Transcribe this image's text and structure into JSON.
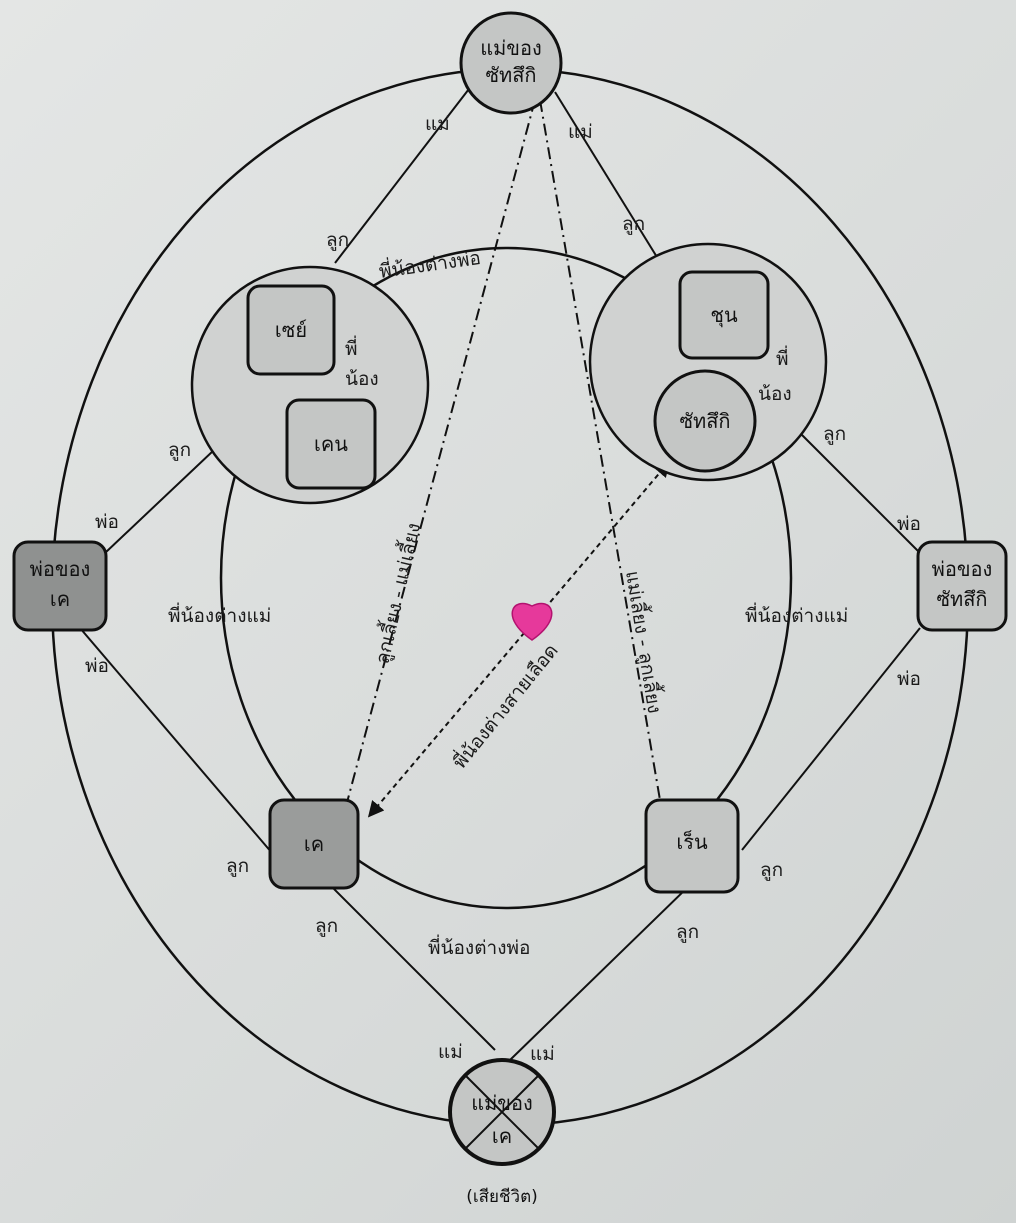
{
  "nodes": {
    "mother_sutasi": [
      "แม่ของ",
      "ซัทสึกิ"
    ],
    "father_ke": [
      "พ่อของ",
      "เค"
    ],
    "father_sutasi": [
      "พ่อของ",
      "ซัทสึกิ"
    ],
    "mother_ke": [
      "แม่ของ",
      "เค"
    ],
    "mother_ke_note": "(เสียชีวิต)",
    "zei": "เซย์",
    "ken": "เคน",
    "shun": "ชุน",
    "satsuki": "ซัทสึกิ",
    "ke": "เค",
    "ren": "เร็น"
  },
  "labels": {
    "mother": "แม่",
    "father": "พ่อ",
    "child": "ลูก",
    "older": "พี่",
    "younger": "น้อง",
    "half_sibling_father": "พี่น้องต่างพ่อ",
    "half_sibling_mother": "พี่น้องต่างแม่",
    "step_child_parent": "ลูกเลี้ยง - แม่เลี้ยง",
    "step_parent_child": "แม่เลี้ยง - ลูกเลี้ยง",
    "blood_siblings": "พี่น้องต่างสายเลือด"
  },
  "colors": {
    "node_fill": "#c4c6c5",
    "dark_node_fill": "#9a9c9b",
    "group_fill": "#d0d2d1",
    "line": "#111111",
    "heart": "#e6399b"
  }
}
